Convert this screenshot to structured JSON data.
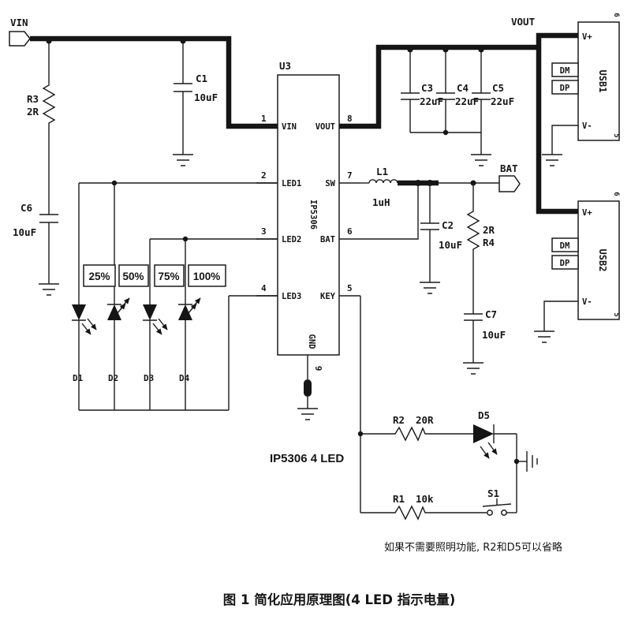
{
  "figure": {
    "chip_caption": "IP5306 4 LED",
    "note": "如果不需要照明功能, R2和D5可以省略",
    "caption": "图 1 简化应用原理图(4 LED 指示电量)"
  },
  "connectors": {
    "vin": "VIN",
    "vout": "VOUT",
    "bat": "BAT"
  },
  "ic": {
    "ref": "U3",
    "name": "IP5306",
    "left_pins": [
      {
        "num": "1",
        "name": "VIN"
      },
      {
        "num": "2",
        "name": "LED1"
      },
      {
        "num": "3",
        "name": "LED2"
      },
      {
        "num": "4",
        "name": "LED3"
      }
    ],
    "right_pins": [
      {
        "num": "8",
        "name": "VOUT"
      },
      {
        "num": "7",
        "name": "SW"
      },
      {
        "num": "6",
        "name": "BAT"
      },
      {
        "num": "5",
        "name": "KEY"
      }
    ],
    "bottom_pin": {
      "num": "9",
      "name": "GND"
    }
  },
  "components": {
    "r1": {
      "ref": "R1",
      "value": "10k"
    },
    "r2": {
      "ref": "R2",
      "value": "20R"
    },
    "r3": {
      "ref": "R3",
      "value": "2R"
    },
    "r4": {
      "ref": "R4",
      "value": "2R"
    },
    "c1": {
      "ref": "C1",
      "value": "10uF"
    },
    "c2": {
      "ref": "C2",
      "value": "10uF"
    },
    "c3": {
      "ref": "C3",
      "value": "22uF"
    },
    "c4": {
      "ref": "C4",
      "value": "22uF"
    },
    "c5": {
      "ref": "C5",
      "value": "22uF"
    },
    "c6": {
      "ref": "C6",
      "value": "10uF"
    },
    "c7": {
      "ref": "C7",
      "value": "10uF"
    },
    "l1": {
      "ref": "L1",
      "value": "1uH"
    },
    "d1": {
      "ref": "D1"
    },
    "d2": {
      "ref": "D2"
    },
    "d3": {
      "ref": "D3"
    },
    "d4": {
      "ref": "D4"
    },
    "d5": {
      "ref": "D5"
    },
    "s1": {
      "ref": "S1"
    }
  },
  "led_levels": [
    "25%",
    "50%",
    "75%",
    "100%"
  ],
  "usb": {
    "usb1": {
      "name": "USB1",
      "pin_top": "6",
      "pin_bottom": "5",
      "pins": {
        "vplus": "V+",
        "dm": "DM",
        "dp": "DP",
        "vminus": "V-"
      }
    },
    "usb2": {
      "name": "USB2",
      "pin_top": "6",
      "pin_bottom": "5",
      "pins": {
        "vplus": "V+",
        "dm": "DM",
        "dp": "DP",
        "vminus": "V-"
      }
    }
  }
}
